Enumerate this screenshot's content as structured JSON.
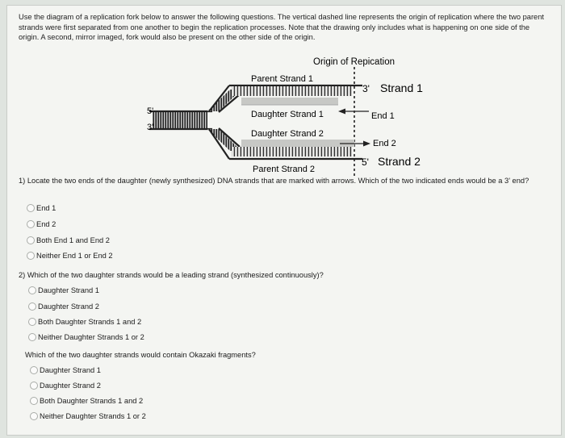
{
  "instructions": "Use the diagram of a replication fork below to answer the following questions. The vertical dashed line represents the origin of replication where the two parent strands were first separated from one another to begin the replication processes. Note that the drawing only includes what is happening on one side of the origin. A second, mirror imaged, fork would also be present on the other side of the origin.",
  "diagram": {
    "origin_label": "Origin of Repication",
    "parent_strand_1": "Parent Strand 1",
    "parent_strand_2": "Parent Strand 2",
    "daughter_strand_1": "Daughter Strand 1",
    "daughter_strand_2": "Daughter Strand 2",
    "end_1": "End 1",
    "end_2": "End 2",
    "left_top_end": "5'",
    "left_bottom_end": "3'",
    "right_top_end": "3'",
    "right_top_name": "Strand 1",
    "right_bottom_end": "5'",
    "right_bottom_name": "Strand 2"
  },
  "questions": [
    {
      "prompt": "1) Locate the two ends of the daughter (newly synthesized) DNA strands that are marked with arrows. Which of the two indicated ends would be a 3' end?",
      "options": [
        "End 1",
        "End 2",
        "Both End 1 and End 2",
        "Neither End 1 or End 2"
      ]
    },
    {
      "prompt": "2) Which of the two daughter strands would be a leading strand (synthesized continuously)?",
      "options": [
        "Daughter Strand 1",
        "Daughter Strand 2",
        "Both Daughter Strands 1 and 2",
        "Neither Daughter Strands 1 or 2"
      ]
    },
    {
      "prompt": "Which of the two daughter strands would contain Okazaki fragments?",
      "options": [
        "Daughter Strand 1",
        "Daughter Strand 2",
        "Both Daughter Strands 1 and 2",
        "Neither Daughter Strands 1 or 2"
      ]
    }
  ]
}
